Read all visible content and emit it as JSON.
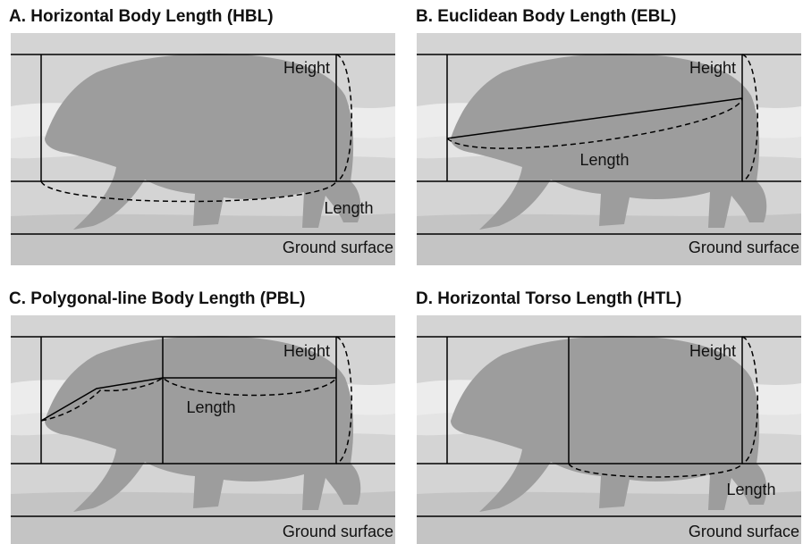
{
  "panels": [
    {
      "title": "A. Horizontal Body Length (HBL)",
      "labels": {
        "height": "Height",
        "length": "Length",
        "ground": "Ground surface"
      }
    },
    {
      "title": "B. Euclidean Body Length (EBL)",
      "labels": {
        "height": "Height",
        "length": "Length",
        "ground": "Ground surface"
      }
    },
    {
      "title": "C. Polygonal-line Body Length (PBL)",
      "labels": {
        "height": "Height",
        "length": "Length",
        "ground": "Ground surface"
      }
    },
    {
      "title": "D. Horizontal Torso Length (HTL)",
      "labels": {
        "height": "Height",
        "length": "Length",
        "ground": "Ground surface"
      }
    }
  ],
  "colors": {
    "photo_bg": "#d4d4d4",
    "bear": "#9d9d9d",
    "water": "#ececec",
    "line": "#000000"
  }
}
